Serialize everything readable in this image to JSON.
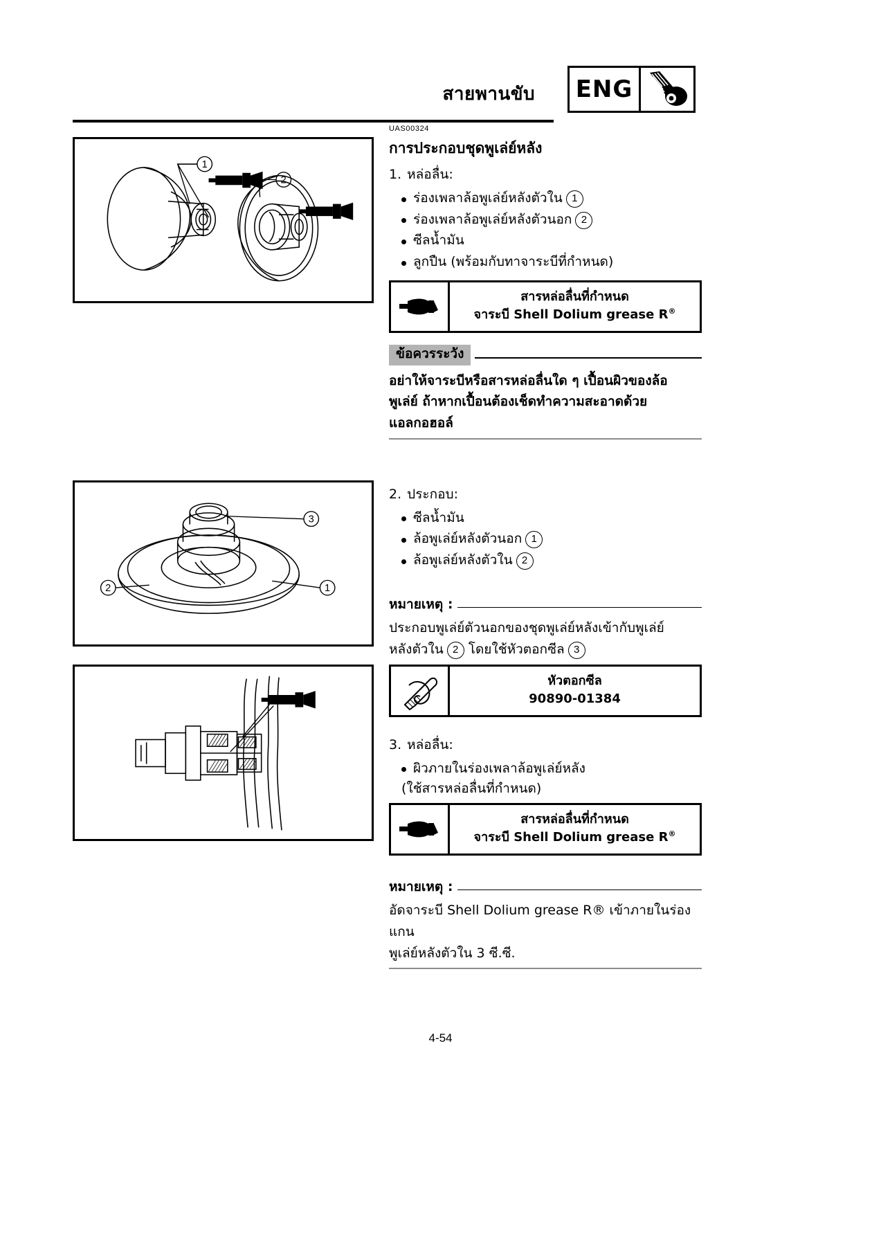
{
  "header": {
    "title": "สายพานขับ",
    "badge_label": "ENG",
    "badge_icon": "piston-connecting-rod-icon"
  },
  "document": {
    "code": "UAS00324",
    "page_number": "4-54"
  },
  "intro": {
    "section_title": "การประกอบชุดพูเล่ย์หลัง",
    "step_number": "1.",
    "step_label": "หล่อลื่น:",
    "bullets": [
      {
        "text": "ร่องเพลาล้อพูเล่ย์หลังตัวใน",
        "ref": "1"
      },
      {
        "text": "ร่องเพลาล้อพูเล่ย์หลังตัวนอก",
        "ref": "2"
      },
      {
        "text": "ซีลน้ำมัน",
        "ref": ""
      },
      {
        "text": "ลูกปืน (พร้อมกับทาจาระบีที่กำหนด)",
        "ref": ""
      }
    ]
  },
  "spec_grease_1": {
    "icon": "grease-gun-icon",
    "line1": "สารหล่อลื่นที่กำหนด",
    "line2_prefix": "จาระบี ",
    "line2_product": "Shell Dolium grease R",
    "line2_mark": "®"
  },
  "caution": {
    "tag": "ข้อควรระวัง",
    "body_lines": [
      "อย่าให้จาระบีหรือสารหล่อลื่นใด ๆ เปื้อนผิวของล้อ",
      "พูเล่ย์ ถ้าหากเปื้อนต้องเช็ดทำความสะอาดด้วย",
      "แอลกอฮอล์"
    ]
  },
  "step2": {
    "step_number": "2.",
    "step_label": "ประกอบ:",
    "bullets": [
      {
        "text": "ซีลน้ำมัน",
        "ref": ""
      },
      {
        "text": "ล้อพูเล่ย์หลังตัวนอก",
        "ref": "1"
      },
      {
        "text": "ล้อพูเล่ย์หลังตัวใน",
        "ref": "2"
      }
    ]
  },
  "note1": {
    "tag": "หมายเหตุ :",
    "line1": "ประกอบพูเล่ย์ตัวนอกของชุดพูเล่ย์หลังเข้ากับพูเล่ย์",
    "line2_a": "หลังตัวใน",
    "line2_ref_a": "2",
    "line2_b": "โดยใช้หัวตอกซีล",
    "line2_ref_b": "3"
  },
  "tool_spec": {
    "icon": "seal-driver-tool-icon",
    "name": "หัวตอกซีล",
    "part_number": "90890-01384"
  },
  "step3": {
    "step_number": "3.",
    "step_label": "หล่อลื่น:",
    "bullet": "ผิวภายในร่องเพลาล้อพูเล่ย์หลัง",
    "bullet_sub": "(ใช้สารหล่อลื่นที่กำหนด)"
  },
  "spec_grease_2": {
    "icon": "grease-gun-icon",
    "line1": "สารหล่อลื่นที่กำหนด",
    "line2_prefix": "จาระบี ",
    "line2_product": "Shell Dolium grease R",
    "line2_mark": "®"
  },
  "note2": {
    "tag": "หมายเหตุ :",
    "line1_a": "อัดจาระบี ",
    "line1_product": "Shell Dolium grease R",
    "line1_mark": "®",
    "line1_b": " เข้าภายในร่องแกน",
    "line2": "พูเล่ย์หลังตัวใน 3 ซี.ซี."
  },
  "figures": {
    "fig1": {
      "name": "secondary-sheave-exploded-view",
      "callouts": [
        "1",
        "2"
      ]
    },
    "fig2": {
      "name": "secondary-sheave-assembled-view",
      "callouts": [
        "1",
        "2",
        "3"
      ]
    },
    "fig3": {
      "name": "secondary-sheave-cross-section-view",
      "callouts": []
    }
  },
  "colors": {
    "ink": "#000000",
    "caution_highlight": "#b3b3b3",
    "rule_gray": "#8c8c8c"
  }
}
